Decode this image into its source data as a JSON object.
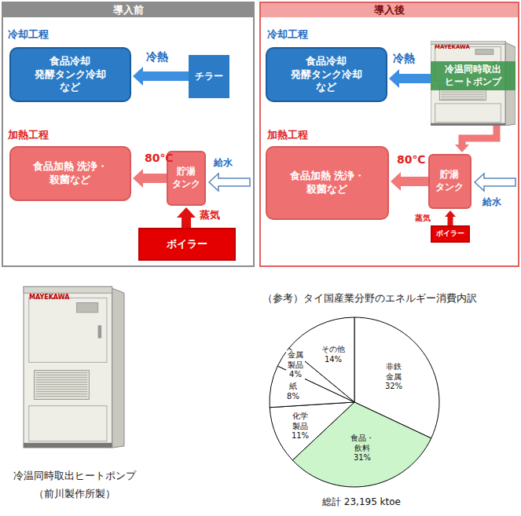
{
  "diagram": {
    "nodes": [
      {
        "text": [
          "導入前"
        ]
      },
      {
        "text": [
          "食品冷却 発酵タンク冷却 など"
        ],
        "in": 0
      },
      {
        "text": [
          "チラー"
        ],
        "in": 0
      },
      {
        "text": [
          "食品加熱 洗浄・殺菌など"
        ],
        "in": 0
      },
      {
        "text": [
          "貯湯 タンク"
        ],
        "in": 0
      },
      {
        "text": [
          "ボイラー"
        ],
        "in": 0
      },
      {
        "text": [
          "導入後"
        ]
      },
      {
        "text": [
          "食品冷却 発酵タンク冷却 など"
        ],
        "in": 6
      },
      {
        "text": [
          "冷温同時取出 ヒートポンプ"
        ],
        "in": 6
      },
      {
        "text": [
          "食品加熱 洗浄・殺菌など"
        ],
        "in": 6
      },
      {
        "text": [
          "貯湯 タンク"
        ],
        "in": 6
      },
      {
        "text": [
          "ボイラー"
        ],
        "in": 6
      }
    ],
    "edges": [
      {
        "from": 2,
        "to": 1,
        "arrow": "to",
        "label": "冷熱"
      },
      {
        "from": 4,
        "to": 3,
        "arrow": "to",
        "label": "80℃"
      },
      {
        "from": 5,
        "to": 4,
        "arrow": "to",
        "label": "蒸気"
      },
      {
        "from": 8,
        "to": 7,
        "arrow": "to",
        "label": "冷熱"
      },
      {
        "from": 8,
        "to": 10,
        "arrow": "to"
      },
      {
        "from": 10,
        "to": 9,
        "arrow": "to",
        "label": "80℃"
      },
      {
        "from": 11,
        "to": 10,
        "arrow": "to",
        "label": "蒸気"
      }
    ],
    "labels": [
      "冷却工程",
      "加熱工程",
      "給水",
      "冷却工程",
      "加熱工程",
      "給水",
      "MAYEKAWA",
      "MAYEKAWA",
      "冷温同時取出ヒートポンプ （前川製作所製）",
      "（参考）タイ国産業分野のエネルギー消費内訳",
      "非鉄 金属 32%",
      "食品・ 飲料 31%",
      "化学 製品 11%",
      "紙 8%",
      "金属 製品 4%",
      "その他 14%",
      "総計 23,195 ktoe"
    ]
  }
}
